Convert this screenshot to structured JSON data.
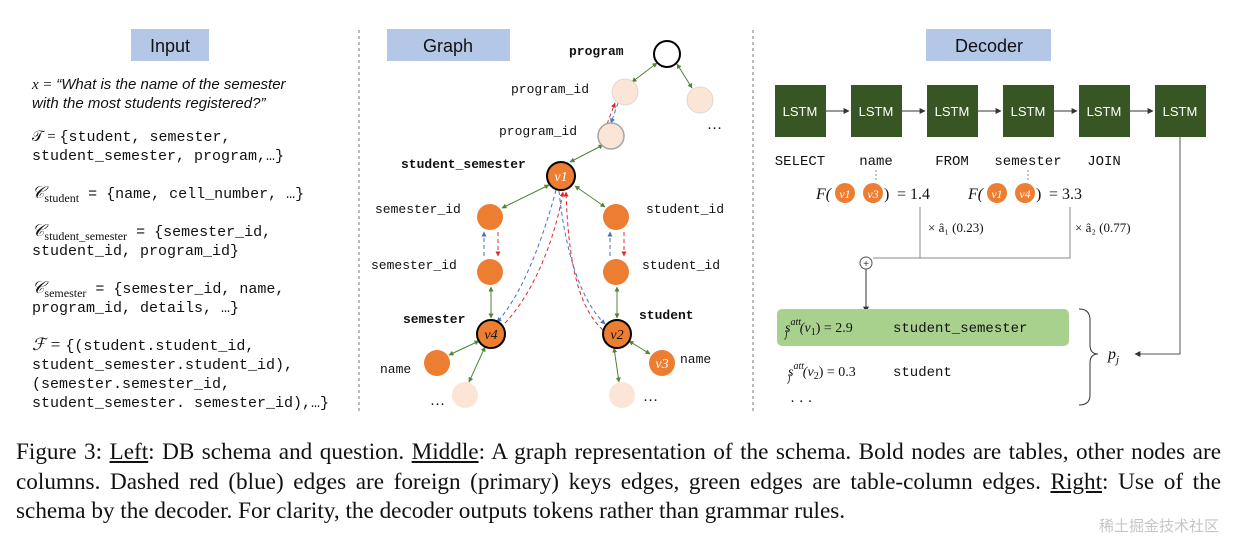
{
  "panels": {
    "input_title": "Input",
    "graph_title": "Graph",
    "decoder_title": "Decoder"
  },
  "input": {
    "question_lhs": "x = ",
    "question_line1": "“What is the name of the semester",
    "question_line2": "with the most students registered?”",
    "T_lhs": "𝒯 = ",
    "T_line1": "{student, semester,",
    "T_line2": "student_semester, program,…}",
    "C_student_lhs": "𝒞",
    "C_student_sub": "student",
    "C_student_rhs": " = {name, cell_number, …}",
    "C_ss_lhs": "𝒞",
    "C_ss_sub": "student_semester",
    "C_ss_line1": " = {semester_id,",
    "C_ss_line2": "student_id, program_id}",
    "C_sem_lhs": "𝒞",
    "C_sem_sub": "semester",
    "C_sem_line1": " = {semester_id, name,",
    "C_sem_line2": "program_id, details, …}",
    "F_lhs": "ℱ = ",
    "F_line1": "{(student.student_id,",
    "F_line2": "student_semester.student_id),",
    "F_line3": "(semester.semester_id,",
    "F_line4": "student_semester. semester_id),…}"
  },
  "graph": {
    "program": "program",
    "program_id_1": "program_id",
    "program_id_2": "program_id",
    "ellipsis_top": "…",
    "student_semester": "student_semester",
    "v1": "v1",
    "semester_id_1": "semester_id",
    "student_id_1": "student_id",
    "semester_id_2": "semester_id",
    "student_id_2": "student_id",
    "semester": "semester",
    "student": "student",
    "v4": "v4",
    "v2": "v2",
    "v3": "v3",
    "name_left": "name",
    "name_right": "name",
    "ellipsis_left": "…",
    "ellipsis_right": "…"
  },
  "decoder": {
    "lstm_label": "LSTM",
    "tokens": [
      "SELECT",
      "name",
      "FROM",
      "semester",
      "JOIN"
    ],
    "f1": "= 1.4",
    "f2": "= 3.3",
    "f_label": "F(",
    "f_close": ")",
    "a1": "× â₁ (0.23)",
    "a2": "× â₂ (0.77)",
    "plus": "+",
    "s1_math": "= 2.9",
    "s1_text": "student_semester",
    "s2_math": "= 0.3",
    "s2_text": "student",
    "dots": "· · ·",
    "pj": "p",
    "pj_sub": "j"
  },
  "caption": {
    "fig": "Figure 3: ",
    "left": "Left",
    "left_text": ": DB schema and question. ",
    "middle": "Middle",
    "middle_text": ": A graph representation of the schema. Bold nodes are tables, other nodes are columns. Dashed red (blue) edges are foreign (primary) keys edges, green edges are table-column edges. ",
    "right": "Right",
    "right_text": ": Use of the schema by the decoder. For clarity, the decoder outputs tokens rather than grammar rules."
  },
  "watermark": "稀土掘金技术社区",
  "colors": {
    "title_box": "#b4c7e7",
    "lstm": "#375623",
    "orange": "#ed7d31",
    "light_node": "#fbe5d6",
    "green_edge": "#548235",
    "red_edge": "#e0282b",
    "blue_edge": "#4472c4",
    "highlight": "#a9d18e"
  }
}
